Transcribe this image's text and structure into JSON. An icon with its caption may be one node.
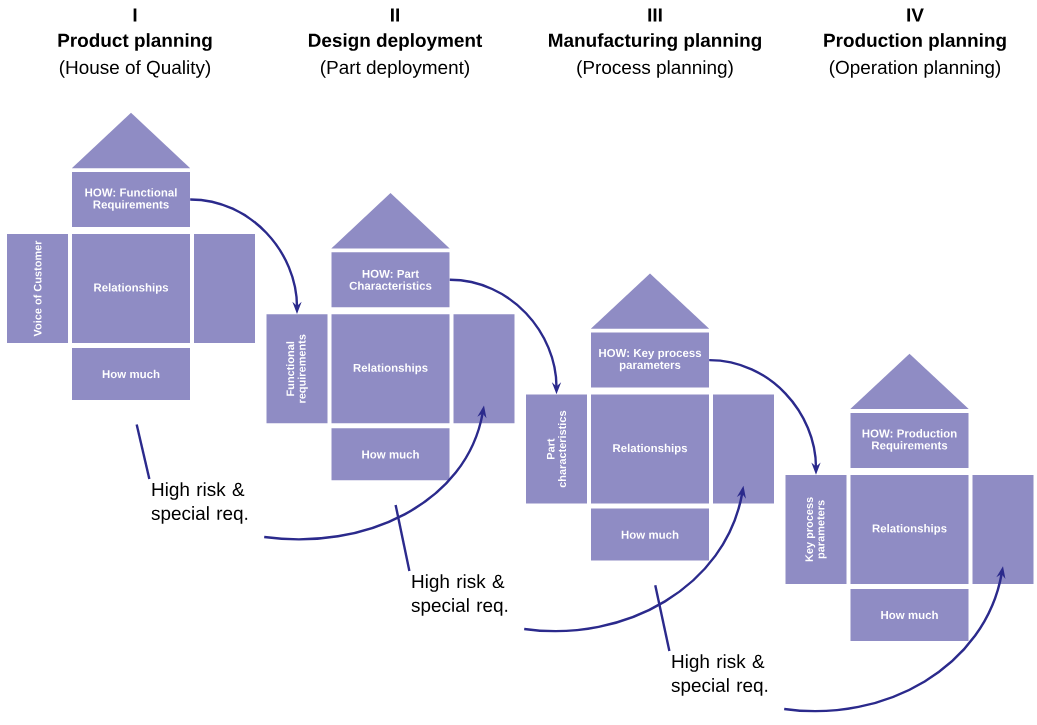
{
  "diagram": {
    "nodes": [
      {
        "text": [],
        "shape": "triangle"
      },
      {
        "text": [
          "HOW: Functional Requirements"
        ]
      },
      {
        "text": [
          "Voice of Customer"
        ]
      },
      {
        "text": [
          "Relationships"
        ]
      },
      {
        "text": [],
        "shape": "box"
      },
      {
        "text": [
          "How much"
        ]
      },
      {
        "text": [],
        "shape": "triangle"
      },
      {
        "text": [
          "HOW: Part Characteristics"
        ]
      },
      {
        "text": [
          "Functional requirements"
        ]
      },
      {
        "text": [
          "Relationships"
        ]
      },
      {
        "text": [],
        "shape": "box"
      },
      {
        "text": [
          "How much"
        ]
      },
      {
        "text": [],
        "shape": "triangle"
      },
      {
        "text": [
          "HOW: Key process parameters"
        ]
      },
      {
        "text": [
          "Part characteristics"
        ]
      },
      {
        "text": [
          "Relationships"
        ]
      },
      {
        "text": [],
        "shape": "box"
      },
      {
        "text": [
          "How much"
        ]
      },
      {
        "text": [],
        "shape": "triangle"
      },
      {
        "text": [
          "HOW: Production Requirements"
        ]
      },
      {
        "text": [
          "Key process parameters"
        ]
      },
      {
        "text": [
          "Relationships"
        ]
      },
      {
        "text": [],
        "shape": "box"
      },
      {
        "text": [
          "How much"
        ]
      },
      {
        "text": [
          "High risk & special req."
        ]
      },
      {
        "text": [
          "High risk & special req."
        ]
      },
      {
        "text": [
          "High risk & special req."
        ]
      }
    ],
    "edges": [
      {
        "from": 1,
        "to": 8,
        "arrow": "to"
      },
      {
        "from": 7,
        "to": 14,
        "arrow": "to"
      },
      {
        "from": 13,
        "to": 20,
        "arrow": "to"
      },
      {
        "from": 5,
        "to": 24,
        "arrow": "none"
      },
      {
        "from": 11,
        "to": 25,
        "arrow": "none"
      },
      {
        "from": 17,
        "to": 26,
        "arrow": "none"
      },
      {
        "from": 24,
        "to": 10,
        "arrow": "to"
      },
      {
        "from": 25,
        "to": 16,
        "arrow": "to"
      },
      {
        "from": 26,
        "to": 22,
        "arrow": "to"
      }
    ],
    "labels": [
      "I",
      "Product planning",
      "(House of Quality)",
      "II",
      "Design deployment",
      "(Part deployment)",
      "III",
      "Manufacturing planning",
      "(Process planning)",
      "IV",
      "Production planning",
      "(Operation planning)"
    ]
  }
}
